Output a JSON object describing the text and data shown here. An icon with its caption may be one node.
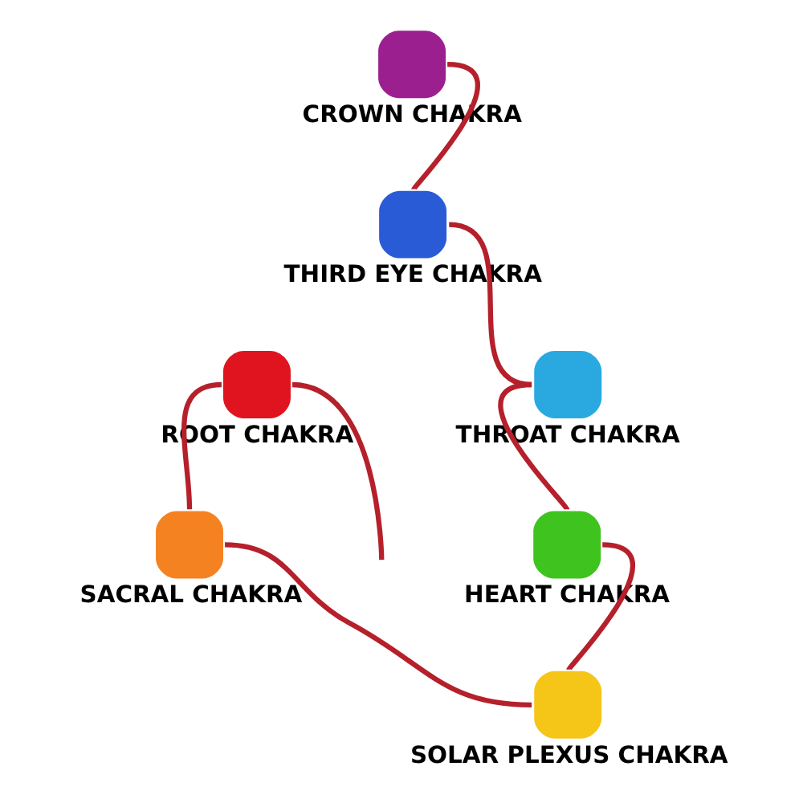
{
  "diagram": {
    "nodes": [
      {
        "text": [
          "CROWN CHAKRA"
        ]
      },
      {
        "text": [
          "THIRD EYE CHAKRA"
        ]
      },
      {
        "text": [
          "ROOT CHAKRA"
        ]
      },
      {
        "text": [
          "THROAT CHAKRA"
        ]
      },
      {
        "text": [
          "SACRAL CHAKRA"
        ]
      },
      {
        "text": [
          "HEART CHAKRA"
        ]
      },
      {
        "text": [
          "SOLAR PLEXUS CHAKRA"
        ]
      }
    ],
    "edges": [
      {
        "from": null,
        "to": 2,
        "arrow": "none"
      },
      {
        "from": 2,
        "to": 4,
        "arrow": "none"
      },
      {
        "from": 4,
        "to": 6,
        "arrow": "none"
      },
      {
        "from": 6,
        "to": 5,
        "arrow": "none"
      },
      {
        "from": 5,
        "to": 3,
        "arrow": "none"
      },
      {
        "from": 3,
        "to": 1,
        "arrow": "none"
      },
      {
        "from": 1,
        "to": 0,
        "arrow": "none"
      }
    ]
  }
}
